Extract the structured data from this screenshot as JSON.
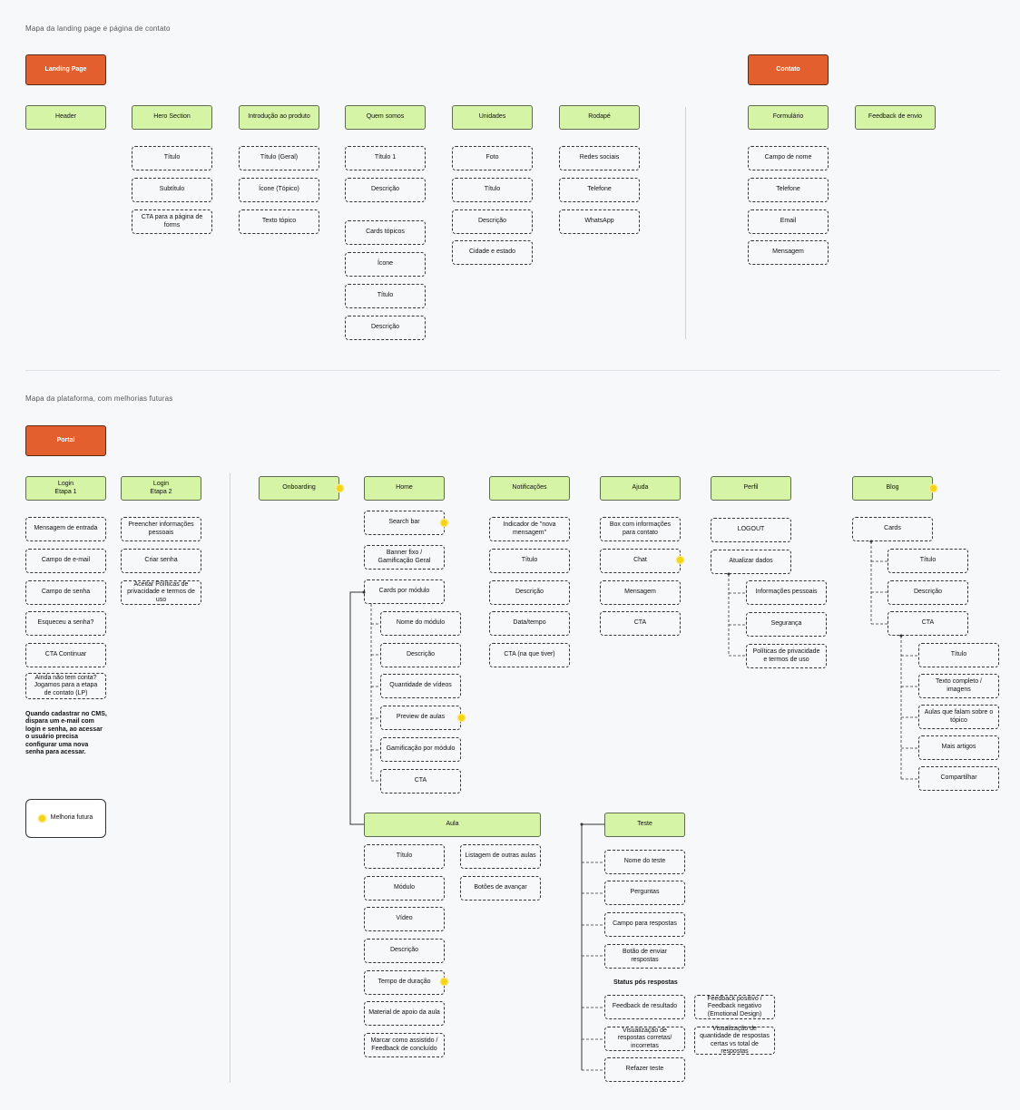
{
  "sections": {
    "lp_title": "Mapa da landing page e página de contato",
    "platform_title": "Mapa da plataforma, com melhorias futuras"
  },
  "landing": {
    "root": "Landing Page",
    "header": "Header",
    "hero": {
      "label": "Hero Section",
      "items": [
        "Título",
        "Subtítulo",
        "CTA para a página de forms"
      ]
    },
    "intro": {
      "label": "Introdução ao produto",
      "items": [
        "Título (Geral)",
        "Ícone (Tópico)",
        "Texto tópico"
      ]
    },
    "quem": {
      "label": "Quem somos",
      "items": [
        "Título 1",
        "Descrição",
        "Cards tópicos",
        "Ícone",
        "Título",
        "Descrição"
      ]
    },
    "unidades": {
      "label": "Unidades",
      "items": [
        "Foto",
        "Título",
        "Descrição",
        "Cidade e estado"
      ]
    },
    "rodape": {
      "label": "Rodapé",
      "items": [
        "Redes sociais",
        "Telefone",
        "WhatsApp"
      ]
    }
  },
  "contato": {
    "root": "Contato",
    "formulario": {
      "label": "Formulário",
      "items": [
        "Campo de nome",
        "Telefone",
        "Email",
        "Mensagem"
      ]
    },
    "feedback": "Feedback de envio"
  },
  "portal": {
    "root": "Portal",
    "login1": {
      "label": "Login\nEtapa 1",
      "items": [
        "Mensagem de entrada",
        "Campo de e-mail",
        "Campo de senha",
        "Esqueceu a senha?",
        "CTA Continuar",
        "Ainda não tem conta? Jogamos para a etapa de contato (LP)"
      ]
    },
    "login2": {
      "label": "Login\nEtapa 2",
      "items": [
        "Preencher informações pessoais",
        "Criar senha",
        "Aceitar Políticas de privacidade e termos de uso"
      ]
    },
    "note": "Quando cadastrar no CMS, dispara um e-mail com login e senha, ao acessar o usuário precisa configurar uma nova senha para acessar.",
    "legend": "Melhoria futura",
    "onboarding": "Onboarding",
    "home": {
      "label": "Home",
      "items": [
        "Search bar",
        "Banner fixo / Gamificação Geral",
        "Cards por módulo"
      ]
    },
    "cards": [
      "Nome do módulo",
      "Descrição",
      "Quantidade de vídeos",
      "Preview de aulas",
      "Gamificação por módulo",
      "CTA"
    ],
    "aula": {
      "label": "Aula",
      "items": [
        "Título",
        "Módulo",
        "Vídeo",
        "Descrição",
        "Tempo de duração",
        "Material de apoio da aula",
        "Marcar como assistido / Feedback de concluído"
      ],
      "extra": [
        "Listagem de outras aulas",
        "Botões de avançar"
      ]
    },
    "notificacoes": {
      "label": "Notificações",
      "items": [
        "Indicador de \"nova mensagem\"",
        "Título",
        "Descrição",
        "Data/tempo",
        "CTA (na que tiver)"
      ]
    },
    "teste": {
      "label": "Teste",
      "items": [
        "Nome do teste",
        "Perguntas",
        "Campo para respostas",
        "Botão de enviar respostas"
      ],
      "status_title": "Status pós respostas",
      "status": [
        "Feedback de resultado",
        "Visualização de respostas corretas/ incorretas",
        "Refazer teste"
      ],
      "status_extra": [
        "Feedback positivo / Feedback negativo (Emotional Design)",
        "Visualização de quantidade de respostas certas vs total de respostas"
      ]
    },
    "ajuda": {
      "label": "Ajuda",
      "items": [
        "Box com informações para contato",
        "Chat",
        "Mensagem",
        "CTA"
      ]
    },
    "perfil": {
      "label": "Perfil",
      "items": [
        "LOGOUT",
        "Atualizar dados"
      ],
      "sub": [
        "Informações pessoais",
        "Segurança",
        "Políticas de privacidade e termos de uso"
      ]
    },
    "blog": {
      "label": "Blog",
      "items": [
        "Cards"
      ],
      "sub": [
        "Título",
        "Descrição",
        "CTA"
      ],
      "cta_sub": [
        "Título",
        "Texto completo / imagens",
        "Aulas que falam sobre o tópico",
        "Mais artigos",
        "Compartilhar"
      ]
    }
  },
  "colors": {
    "root": "#e35f2e",
    "main": "#d5f4a6",
    "highlight": "#f5d414"
  }
}
